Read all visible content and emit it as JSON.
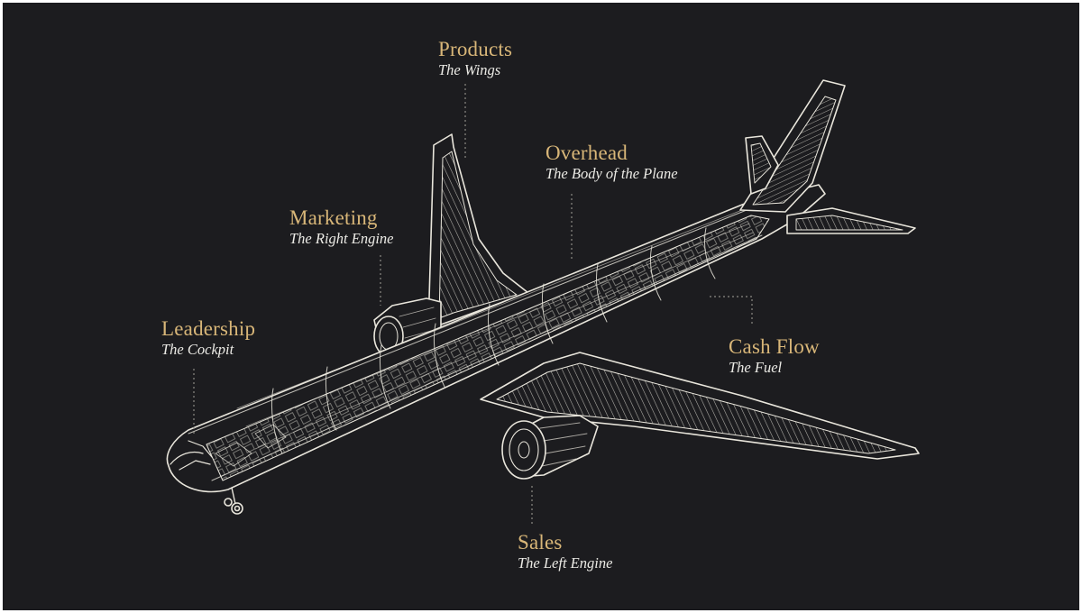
{
  "colors": {
    "background": "#1c1c1f",
    "title": "#d8b678",
    "subtitle": "#ecebe6",
    "linework": "#e9e6dc",
    "leader_line": "#8c8a84"
  },
  "callouts": {
    "products": {
      "title": "Products",
      "subtitle": "The Wings"
    },
    "overhead": {
      "title": "Overhead",
      "subtitle": "The Body of the Plane"
    },
    "marketing": {
      "title": "Marketing",
      "subtitle": "The Right Engine"
    },
    "leadership": {
      "title": "Leadership",
      "subtitle": "The Cockpit"
    },
    "cash_flow": {
      "title": "Cash Flow",
      "subtitle": "The Fuel"
    },
    "sales": {
      "title": "Sales",
      "subtitle": "The Left Engine"
    }
  }
}
